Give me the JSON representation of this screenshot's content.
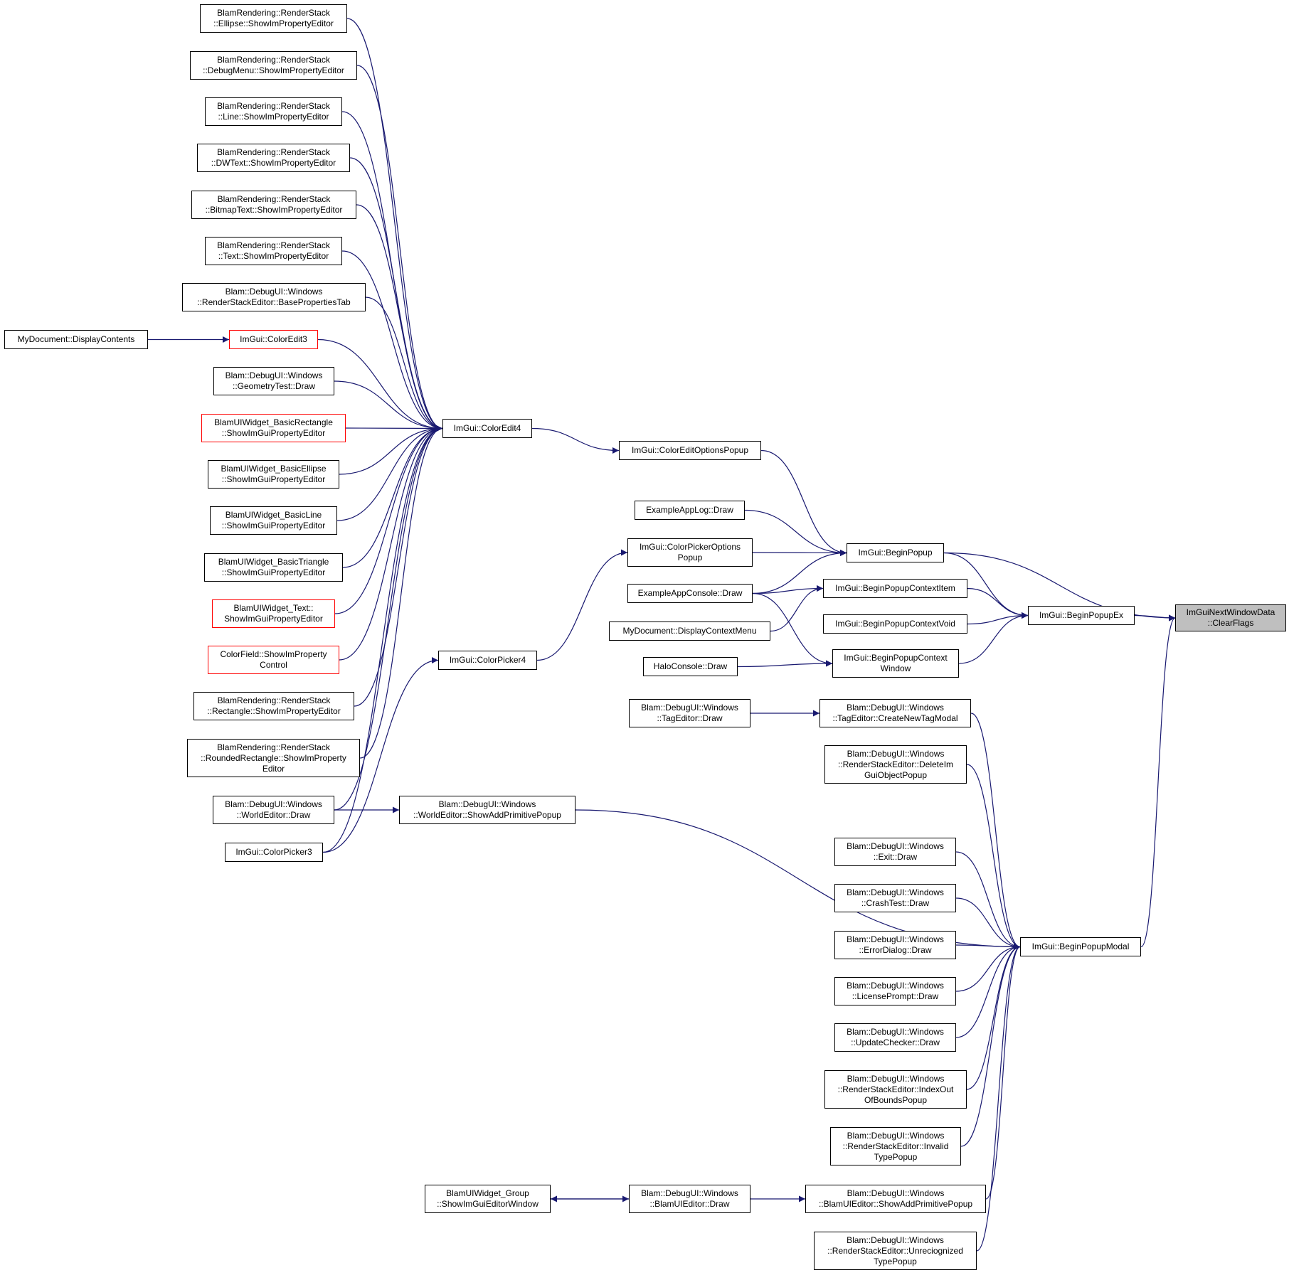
{
  "colors": {
    "edge": "#191970",
    "border": "#000000",
    "truncated_border": "#ff0000",
    "root_fill": "#bfbfbf",
    "background": "#ffffff"
  },
  "nodes": [
    {
      "id": "clearflags",
      "lines": [
        "ImGuiNextWindowData",
        "::ClearFlags"
      ],
      "root": true
    },
    {
      "id": "beginpopupex",
      "lines": [
        "ImGui::BeginPopupEx"
      ]
    },
    {
      "id": "beginpopupmodal",
      "lines": [
        "ImGui::BeginPopupModal"
      ]
    },
    {
      "id": "beginpopup",
      "lines": [
        "ImGui::BeginPopup"
      ]
    },
    {
      "id": "beginpopupcontextitem",
      "lines": [
        "ImGui::BeginPopupContextItem"
      ]
    },
    {
      "id": "beginpopupcontextvoid",
      "lines": [
        "ImGui::BeginPopupContextVoid"
      ]
    },
    {
      "id": "beginpopupcontextwindow",
      "lines": [
        "ImGui::BeginPopupContext",
        "Window"
      ]
    },
    {
      "id": "coloreditoptionspopup",
      "lines": [
        "ImGui::ColorEditOptionsPopup"
      ]
    },
    {
      "id": "exampleapplog",
      "lines": [
        "ExampleAppLog::Draw"
      ]
    },
    {
      "id": "colorpickeroptionspopup",
      "lines": [
        "ImGui::ColorPickerOptions",
        "Popup"
      ]
    },
    {
      "id": "exampleappconsole",
      "lines": [
        "ExampleAppConsole::Draw"
      ]
    },
    {
      "id": "displaycontextmenu",
      "lines": [
        "MyDocument::DisplayContextMenu"
      ]
    },
    {
      "id": "haloconsole",
      "lines": [
        "HaloConsole::Draw"
      ]
    },
    {
      "id": "coloredit4",
      "lines": [
        "ImGui::ColorEdit4"
      ]
    },
    {
      "id": "colorpicker4",
      "lines": [
        "ImGui::ColorPicker4"
      ]
    },
    {
      "id": "ellipse",
      "lines": [
        "BlamRendering::RenderStack",
        "::Ellipse::ShowImPropertyEditor"
      ]
    },
    {
      "id": "debugmenu",
      "lines": [
        "BlamRendering::RenderStack",
        "::DebugMenu::ShowImPropertyEditor"
      ]
    },
    {
      "id": "line",
      "lines": [
        "BlamRendering::RenderStack",
        "::Line::ShowImPropertyEditor"
      ]
    },
    {
      "id": "dwtext",
      "lines": [
        "BlamRendering::RenderStack",
        "::DWText::ShowImPropertyEditor"
      ]
    },
    {
      "id": "bitmaptext",
      "lines": [
        "BlamRendering::RenderStack",
        "::BitmapText::ShowImPropertyEditor"
      ]
    },
    {
      "id": "text",
      "lines": [
        "BlamRendering::RenderStack",
        "::Text::ShowImPropertyEditor"
      ]
    },
    {
      "id": "basepropertiestab",
      "lines": [
        "Blam::DebugUI::Windows",
        "::RenderStackEditor::BasePropertiesTab"
      ]
    },
    {
      "id": "coloredit3",
      "lines": [
        "ImGui::ColorEdit3"
      ],
      "truncated": true
    },
    {
      "id": "displaycontents",
      "lines": [
        "MyDocument::DisplayContents"
      ]
    },
    {
      "id": "geometrytest",
      "lines": [
        "Blam::DebugUI::Windows",
        "::GeometryTest::Draw"
      ]
    },
    {
      "id": "basicrectangle",
      "lines": [
        "BlamUIWidget_BasicRectangle",
        "::ShowImGuiPropertyEditor"
      ],
      "truncated": true
    },
    {
      "id": "basicellipse",
      "lines": [
        "BlamUIWidget_BasicEllipse",
        "::ShowImGuiPropertyEditor"
      ]
    },
    {
      "id": "basicline",
      "lines": [
        "BlamUIWidget_BasicLine",
        "::ShowImGuiPropertyEditor"
      ]
    },
    {
      "id": "basictriangle",
      "lines": [
        "BlamUIWidget_BasicTriangle",
        "::ShowImGuiPropertyEditor"
      ]
    },
    {
      "id": "widgettext",
      "lines": [
        "BlamUIWidget_Text::",
        "ShowImGuiPropertyEditor"
      ],
      "truncated": true
    },
    {
      "id": "colorfield",
      "lines": [
        "ColorField::ShowImProperty",
        "Control"
      ],
      "truncated": true
    },
    {
      "id": "rectangle",
      "lines": [
        "BlamRendering::RenderStack",
        "::Rectangle::ShowImPropertyEditor"
      ]
    },
    {
      "id": "roundedrectangle",
      "lines": [
        "BlamRendering::RenderStack",
        "::RoundedRectangle::ShowImProperty",
        "Editor"
      ]
    },
    {
      "id": "worldeditordraw",
      "lines": [
        "Blam::DebugUI::Windows",
        "::WorldEditor::Draw"
      ]
    },
    {
      "id": "colorpicker3",
      "lines": [
        "ImGui::ColorPicker3"
      ]
    },
    {
      "id": "showaddprimitivepopup_world",
      "lines": [
        "Blam::DebugUI::Windows",
        "::WorldEditor::ShowAddPrimitivePopup"
      ]
    },
    {
      "id": "tageditordraw",
      "lines": [
        "Blam::DebugUI::Windows",
        "::TagEditor::Draw"
      ]
    },
    {
      "id": "createnewtagmodal",
      "lines": [
        "Blam::DebugUI::Windows",
        "::TagEditor::CreateNewTagModal"
      ]
    },
    {
      "id": "deleteimguiobjectpopup",
      "lines": [
        "Blam::DebugUI::Windows",
        "::RenderStackEditor::DeleteIm",
        "GuiObjectPopup"
      ]
    },
    {
      "id": "exitdraw",
      "lines": [
        "Blam::DebugUI::Windows",
        "::Exit::Draw"
      ]
    },
    {
      "id": "crashtestdraw",
      "lines": [
        "Blam::DebugUI::Windows",
        "::CrashTest::Draw"
      ]
    },
    {
      "id": "errordialogdraw",
      "lines": [
        "Blam::DebugUI::Windows",
        "::ErrorDialog::Draw"
      ]
    },
    {
      "id": "licenseprompt",
      "lines": [
        "Blam::DebugUI::Windows",
        "::LicensePrompt::Draw"
      ]
    },
    {
      "id": "updatechecker",
      "lines": [
        "Blam::DebugUI::Windows",
        "::UpdateChecker::Draw"
      ]
    },
    {
      "id": "indexoutofbounds",
      "lines": [
        "Blam::DebugUI::Windows",
        "::RenderStackEditor::IndexOut",
        "OfBoundsPopup"
      ]
    },
    {
      "id": "invalidtypepopup",
      "lines": [
        "Blam::DebugUI::Windows",
        "::RenderStackEditor::Invalid",
        "TypePopup"
      ]
    },
    {
      "id": "blamuieditor_showadd",
      "lines": [
        "Blam::DebugUI::Windows",
        "::BlamUIEditor::ShowAddPrimitivePopup"
      ]
    },
    {
      "id": "unrecognizedtypepopup",
      "lines": [
        "Blam::DebugUI::Windows",
        "::RenderStackEditor::Unreciognized",
        "TypePopup"
      ]
    },
    {
      "id": "blamuieditordraw",
      "lines": [
        "Blam::DebugUI::Windows",
        "::BlamUIEditor::Draw"
      ]
    },
    {
      "id": "widgetgroup",
      "lines": [
        "BlamUIWidget_Group",
        "::ShowImGuiEditorWindow"
      ]
    }
  ],
  "edges": [
    [
      "beginpopupex",
      "clearflags"
    ],
    [
      "beginpopupmodal",
      "clearflags"
    ],
    [
      "beginpopup",
      "clearflags"
    ],
    [
      "beginpopup",
      "beginpopupex"
    ],
    [
      "beginpopupcontextitem",
      "beginpopupex"
    ],
    [
      "beginpopupcontextvoid",
      "beginpopupex"
    ],
    [
      "beginpopupcontextwindow",
      "beginpopupex"
    ],
    [
      "coloreditoptionspopup",
      "beginpopup"
    ],
    [
      "exampleapplog",
      "beginpopup"
    ],
    [
      "colorpickeroptionspopup",
      "beginpopup"
    ],
    [
      "exampleappconsole",
      "beginpopup"
    ],
    [
      "exampleappconsole",
      "beginpopupcontextitem"
    ],
    [
      "exampleappconsole",
      "beginpopupcontextwindow"
    ],
    [
      "displaycontextmenu",
      "beginpopupcontextitem"
    ],
    [
      "haloconsole",
      "beginpopupcontextwindow"
    ],
    [
      "coloredit4",
      "coloreditoptionspopup"
    ],
    [
      "colorpicker4",
      "colorpickeroptionspopup"
    ],
    [
      "ellipse",
      "coloredit4"
    ],
    [
      "debugmenu",
      "coloredit4"
    ],
    [
      "line",
      "coloredit4"
    ],
    [
      "dwtext",
      "coloredit4"
    ],
    [
      "bitmaptext",
      "coloredit4"
    ],
    [
      "text",
      "coloredit4"
    ],
    [
      "basepropertiestab",
      "coloredit4"
    ],
    [
      "coloredit3",
      "coloredit4"
    ],
    [
      "geometrytest",
      "coloredit4"
    ],
    [
      "basicrectangle",
      "coloredit4"
    ],
    [
      "basicellipse",
      "coloredit4"
    ],
    [
      "basicline",
      "coloredit4"
    ],
    [
      "basictriangle",
      "coloredit4"
    ],
    [
      "widgettext",
      "coloredit4"
    ],
    [
      "colorfield",
      "coloredit4"
    ],
    [
      "rectangle",
      "coloredit4"
    ],
    [
      "roundedrectangle",
      "coloredit4"
    ],
    [
      "worldeditordraw",
      "coloredit4"
    ],
    [
      "colorpicker3",
      "coloredit4"
    ],
    [
      "displaycontents",
      "coloredit3"
    ],
    [
      "colorpicker3",
      "colorpicker4"
    ],
    [
      "worldeditordraw",
      "showaddprimitivepopup_world"
    ],
    [
      "showaddprimitivepopup_world",
      "beginpopupmodal"
    ],
    [
      "tageditordraw",
      "createnewtagmodal"
    ],
    [
      "createnewtagmodal",
      "beginpopupmodal"
    ],
    [
      "deleteimguiobjectpopup",
      "beginpopupmodal"
    ],
    [
      "exitdraw",
      "beginpopupmodal"
    ],
    [
      "crashtestdraw",
      "beginpopupmodal"
    ],
    [
      "errordialogdraw",
      "beginpopupmodal"
    ],
    [
      "licenseprompt",
      "beginpopupmodal"
    ],
    [
      "updatechecker",
      "beginpopupmodal"
    ],
    [
      "indexoutofbounds",
      "beginpopupmodal"
    ],
    [
      "invalidtypepopup",
      "beginpopupmodal"
    ],
    [
      "blamuieditor_showadd",
      "beginpopupmodal"
    ],
    [
      "unrecognizedtypepopup",
      "beginpopupmodal"
    ],
    [
      "blamuieditordraw",
      "blamuieditor_showadd"
    ],
    [
      "blamuieditordraw",
      "widgetgroup"
    ],
    [
      "widgetgroup",
      "blamuieditordraw"
    ]
  ]
}
